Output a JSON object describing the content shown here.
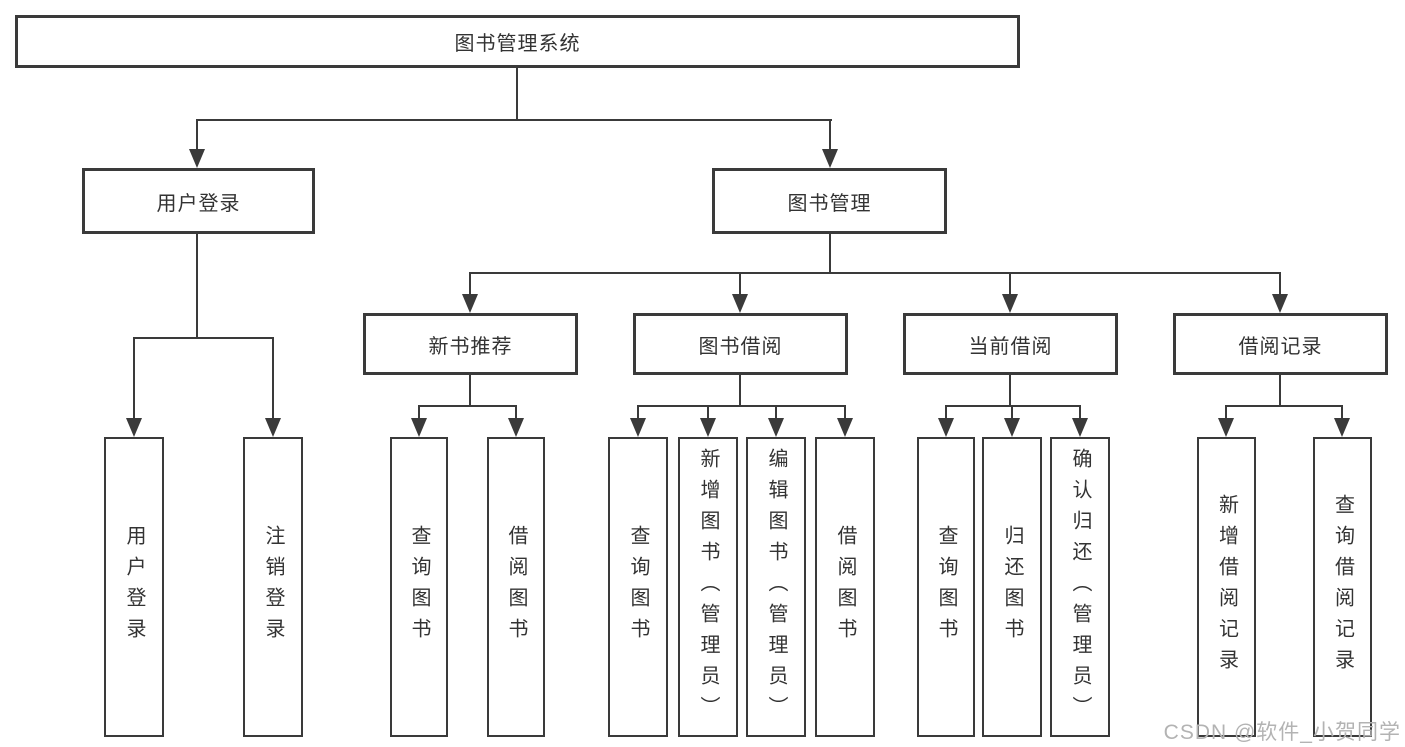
{
  "tree": {
    "root": "图书管理系统",
    "branches": [
      {
        "label": "用户登录",
        "children": [
          "用户登录",
          "注销登录"
        ]
      },
      {
        "label": "图书管理",
        "groups": [
          {
            "label": "新书推荐",
            "children": [
              "查询图书",
              "借阅图书"
            ]
          },
          {
            "label": "图书借阅",
            "children": [
              "查询图书",
              "新增图书（管理员）",
              "编辑图书（管理员）",
              "借阅图书"
            ]
          },
          {
            "label": "当前借阅",
            "children": [
              "查询图书",
              "归还图书",
              "确认归还（管理员）"
            ]
          },
          {
            "label": "借阅记录",
            "children": [
              "新增借阅记录",
              "查询借阅记录"
            ]
          }
        ]
      }
    ]
  },
  "watermark": {
    "text": "CSDN @软件_小贺同学"
  },
  "colors": {
    "line": "#3a3a3a",
    "text": "#333333",
    "watermark": "#b3b3b3"
  }
}
